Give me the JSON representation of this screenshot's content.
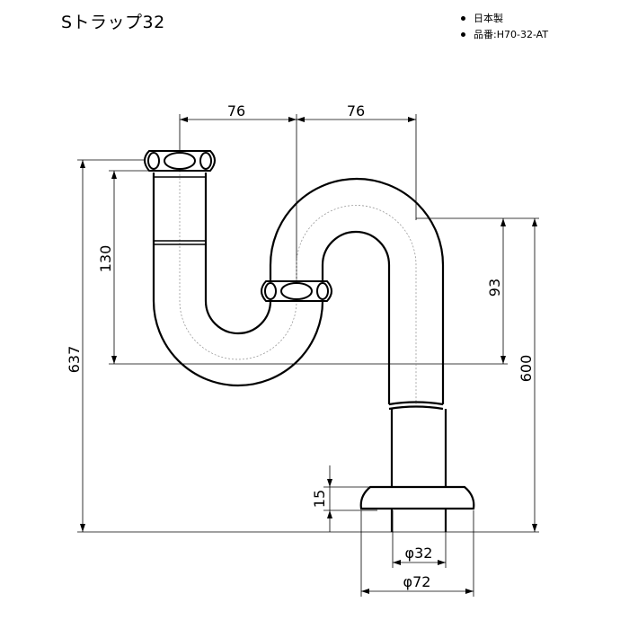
{
  "title": "Sトラップ32",
  "specs": [
    "日本製",
    "品番:H70-32-AT"
  ],
  "dimensions": {
    "width_left": "76",
    "width_right": "76",
    "height_total_left": "637",
    "height_inlet": "130",
    "height_bend": "93",
    "height_total_right": "600",
    "flange_thickness": "15",
    "pipe_diameter": "φ32",
    "flange_diameter": "φ72"
  }
}
